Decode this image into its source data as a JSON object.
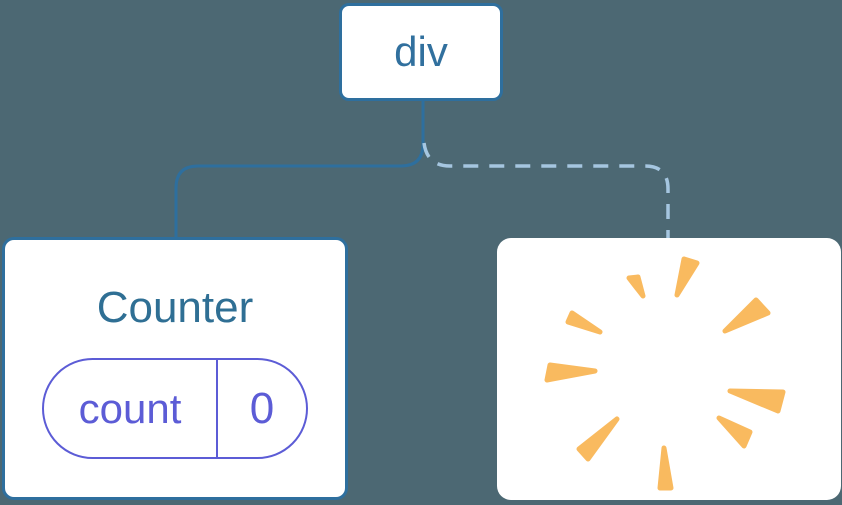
{
  "tree": {
    "root": {
      "label": "div"
    },
    "counter": {
      "title": "Counter",
      "state": {
        "name": "count",
        "value": "0"
      }
    },
    "removed": {
      "icon": "poof-sparkle-icon"
    }
  },
  "colors": {
    "background": "#4C6873",
    "node_border_blue": "#2E6F9E",
    "node_text_blue": "#31709E",
    "counter_title_blue": "#2F6F94",
    "state_purple": "#5C5CD6",
    "dashed_line_blue": "#A5C6E0",
    "poof_orange": "#F9BA5F",
    "card_background": "#FFFFFF"
  }
}
